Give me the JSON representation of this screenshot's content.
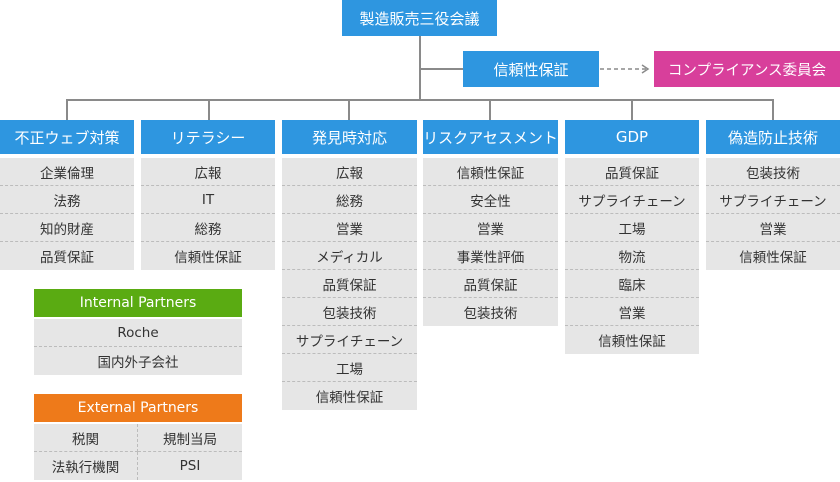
{
  "top": "製造販売三役会議",
  "qa": "信頼性保証",
  "compliance": "コンプライアンス委員会",
  "departments": [
    {
      "title": "不正ウェブ対策",
      "items": [
        "企業倫理",
        "法務",
        "知的財産",
        "品質保証"
      ]
    },
    {
      "title": "リテラシー",
      "items": [
        "広報",
        "IT",
        "総務",
        "信頼性保証"
      ]
    },
    {
      "title": "発見時対応",
      "items": [
        "広報",
        "総務",
        "営業",
        "メディカル",
        "品質保証",
        "包装技術",
        "サプライチェーン",
        "工場",
        "信頼性保証"
      ]
    },
    {
      "title": "リスクアセスメント",
      "items": [
        "信頼性保証",
        "安全性",
        "営業",
        "事業性評価",
        "品質保証",
        "包装技術"
      ]
    },
    {
      "title": "GDP",
      "items": [
        "品質保証",
        "サプライチェーン",
        "工場",
        "物流",
        "臨床",
        "営業",
        "信頼性保証"
      ]
    },
    {
      "title": "偽造防止技術",
      "items": [
        "包装技術",
        "サプライチェーン",
        "営業",
        "信頼性保証"
      ]
    }
  ],
  "internal": {
    "title": "Internal Partners",
    "items": [
      "Roche",
      "国内外子会社"
    ]
  },
  "external": {
    "title": "External Partners",
    "items": [
      "税関",
      "規制当局",
      "法執行機関",
      "PSI"
    ]
  },
  "colors": {
    "blue": "#2e96e0",
    "pink": "#d83f9b",
    "green": "#5aab12",
    "orange": "#ee7a1a",
    "list_bg": "#e6e6e6",
    "line": "#8a8a8a"
  }
}
